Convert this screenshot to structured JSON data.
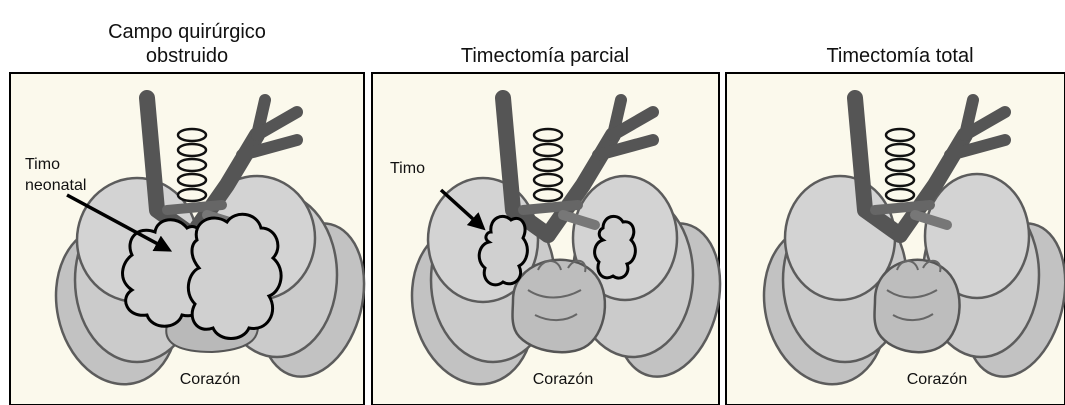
{
  "panels": [
    {
      "title_line1": "Campo quirúrgico",
      "title_line2": "obstruido",
      "arrow_label_line1": "Timo",
      "arrow_label_line2": "neonatal",
      "heart_label": "Corazón"
    },
    {
      "title_line1": "Timectomía parcial",
      "arrow_label_line1": "Timo",
      "heart_label": "Corazón"
    },
    {
      "title_line1": "Timectomía total",
      "heart_label": "Corazón"
    }
  ],
  "colors": {
    "panel_background": "#fbf9ec",
    "airway": "#555555",
    "lung_fill": "#c7c7c7",
    "lung_stroke": "#5c5c5c",
    "thymus_fill": "#d0d0d0",
    "thymus_stroke": "#000000",
    "text": "#111111"
  }
}
